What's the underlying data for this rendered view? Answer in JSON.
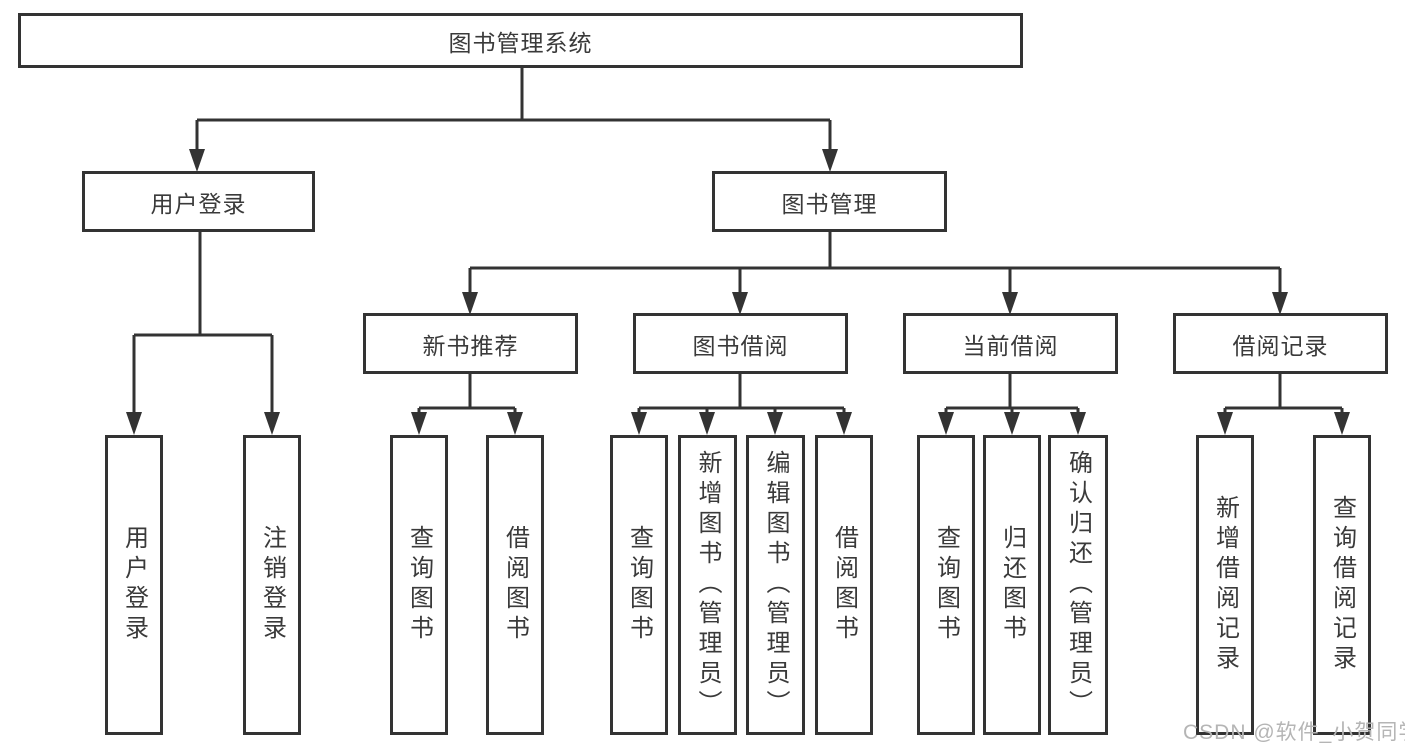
{
  "diagram": {
    "root": {
      "label": "图书管理系统"
    },
    "level2": [
      {
        "id": "user_login",
        "label": "用户登录"
      },
      {
        "id": "book_management",
        "label": "图书管理"
      }
    ],
    "level3": [
      {
        "id": "new_book_recommend",
        "label": "新书推荐"
      },
      {
        "id": "book_borrowing",
        "label": "图书借阅"
      },
      {
        "id": "current_borrowing",
        "label": "当前借阅"
      },
      {
        "id": "borrowing_records",
        "label": "借阅记录"
      }
    ],
    "leaves": {
      "user_login": [
        "用户登录",
        "注销登录"
      ],
      "new_book_recommend": [
        "查询图书",
        "借阅图书"
      ],
      "book_borrowing": [
        "查询图书",
        "新增图书（管理员）",
        "编辑图书（管理员）",
        "借阅图书"
      ],
      "current_borrowing": [
        "查询图书",
        "归还图书",
        "确认归还（管理员）"
      ],
      "borrowing_records": [
        "新增借阅记录",
        "查询借阅记录"
      ]
    }
  },
  "watermark": {
    "text": "CSDN @软件_小贺同学"
  },
  "colors": {
    "line": "#333333",
    "text": "#3a3a3a",
    "watermark": "#b5b5b5",
    "background": "#ffffff"
  }
}
